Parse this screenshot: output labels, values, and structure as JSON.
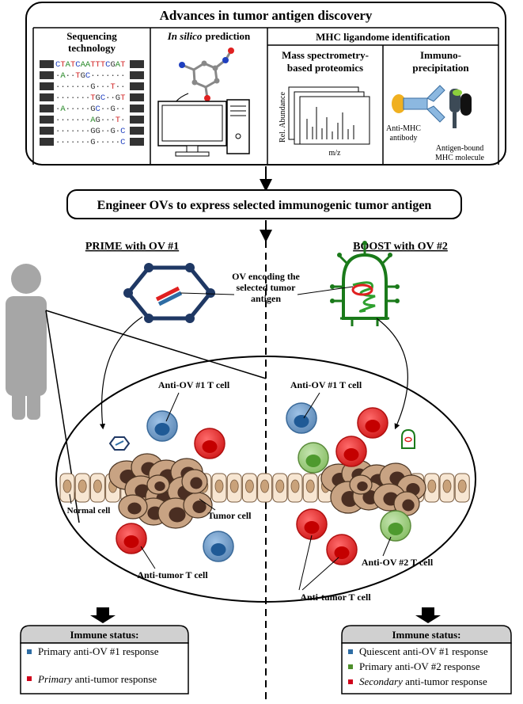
{
  "header": {
    "title": "Advances in tumor antigen discovery",
    "sequencing": {
      "line1": "Sequencing",
      "line2": "technology"
    },
    "in_silico": {
      "italic": "In silico",
      "rest": "prediction"
    },
    "mhc": {
      "title": "MHC ligandome identification",
      "mass_spec": {
        "line1": "Mass spectrometry-",
        "line2": "based proteomics",
        "ylabel": "Rel. Abundance",
        "xlabel": "m/z"
      },
      "immuno": {
        "line1": "Immuno-",
        "line2": "precipitation",
        "antibody1": "Anti-MHC",
        "antibody2": "antibody",
        "bound1": "Antigen-bound",
        "bound2": "MHC molecule"
      }
    },
    "seq_rows": [
      "CTATCAATTTCGAT",
      "·A··TGC·······",
      "·······G···T··",
      "·······TGC··GT",
      "·A·····GC··G··",
      "·······AG···T·",
      "·······GG··G·C",
      "·······G·····C"
    ]
  },
  "engineer_box": {
    "label": "Engineer OVs to express selected immunogenic tumor antigen"
  },
  "prime": {
    "title": "PRIME with OV #1"
  },
  "boost": {
    "title": "BOOST with OV #2"
  },
  "ov_label": {
    "line1": "OV encoding the",
    "line2": "selected tumor",
    "line3": "antigen"
  },
  "tumor": {
    "anti_ov1_left": "Anti-OV #1 T cell",
    "anti_ov1_right": "Anti-OV #1 T cell",
    "normal_cell": "Normal cell",
    "tumor_cell": "Tumor cell",
    "anti_tumor_left": "Anti-tumor T cell",
    "anti_tumor_right": "Anti-tumor T cell",
    "anti_ov2": "Anti-OV #2 T cell"
  },
  "status_left": {
    "title": "Immune status:",
    "items": [
      {
        "text": "Primary anti-OV #1 response",
        "color": "#2e6da4"
      },
      {
        "italic": "Primary",
        "rest": " anti-tumor response",
        "color": "#d0021b"
      }
    ]
  },
  "status_right": {
    "title": "Immune status:",
    "items": [
      {
        "text": "Quiescent anti-OV #1 response",
        "color": "#2e6da4"
      },
      {
        "text": "Primary anti-OV #2 response",
        "color": "#4e8f2b"
      },
      {
        "italic": "Secondary",
        "rest": " anti-tumor response",
        "color": "#d0021b"
      }
    ]
  },
  "colors": {
    "blue": "#2e6da4",
    "green": "#6aa84f",
    "red": "#e01e1e",
    "ov1": "#1f3864",
    "ov2": "#1a7a1a",
    "person": "#a6a6a6",
    "tissue": "#f7e6d2",
    "tumor": "#b08a6a"
  }
}
